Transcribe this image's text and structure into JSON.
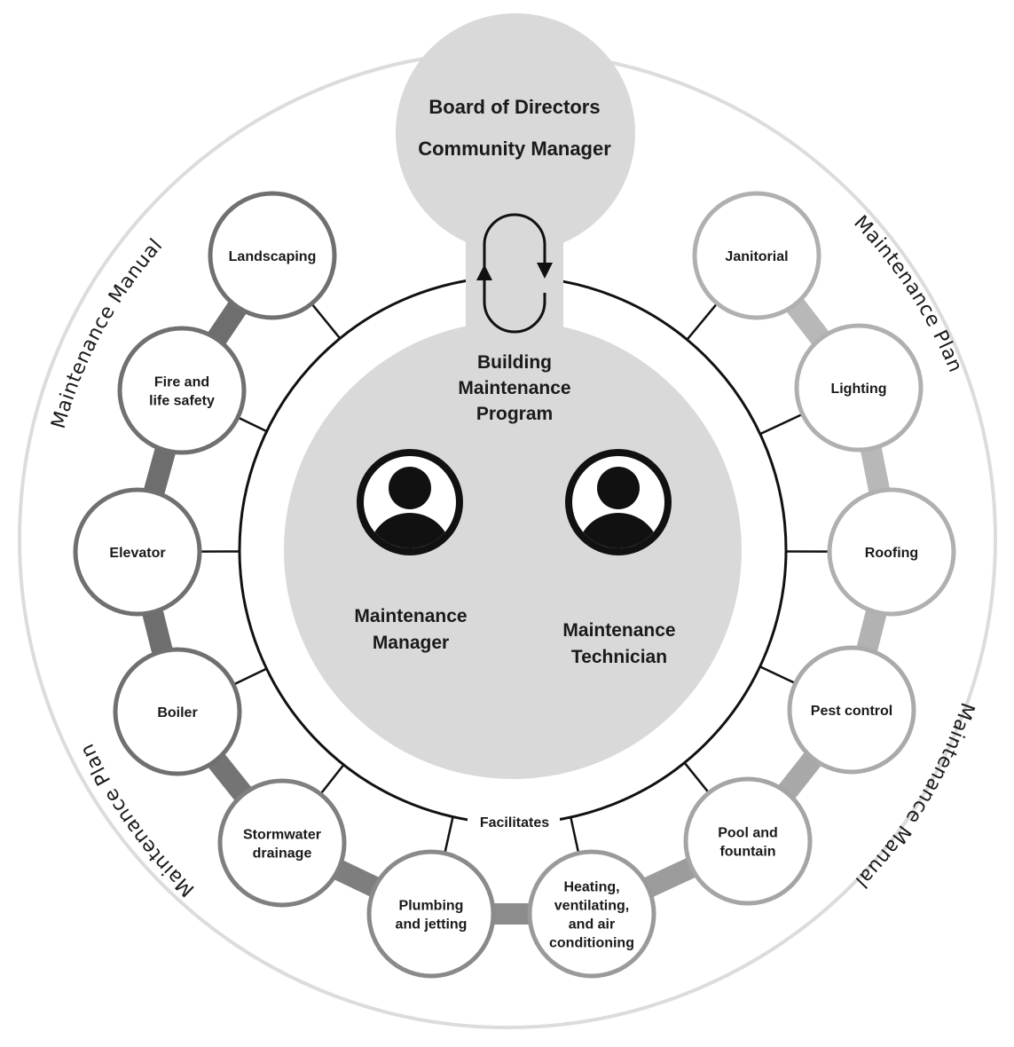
{
  "top": {
    "line1": "Board of Directors",
    "line2": "Community Manager"
  },
  "program": {
    "lines": [
      "Building",
      "Maintenance",
      "Program"
    ]
  },
  "roles": {
    "manager": [
      "Maintenance",
      "Manager"
    ],
    "technician": [
      "Maintenance",
      "Technician"
    ]
  },
  "facilitates": "Facilitates",
  "ring_labels": {
    "upper_left": "Maintenance Manual",
    "upper_right": "Maintenance Plan",
    "lower_right": "Maintenance Manual",
    "lower_left": "Maintenance Plan"
  },
  "nodes": [
    {
      "lines": [
        "Landscaping"
      ],
      "ring": "#707070"
    },
    {
      "lines": [
        "Fire and",
        "life safety"
      ],
      "ring": "#707070"
    },
    {
      "lines": [
        "Elevator"
      ],
      "ring": "#707070"
    },
    {
      "lines": [
        "Boiler"
      ],
      "ring": "#707070"
    },
    {
      "lines": [
        "Stormwater",
        "drainage"
      ],
      "ring": "#808080"
    },
    {
      "lines": [
        "Plumbing",
        "and jetting"
      ],
      "ring": "#8a8a8a"
    },
    {
      "lines": [
        "Heating,",
        "ventilating,",
        "and air",
        "conditioning"
      ],
      "ring": "#9a9a9a"
    },
    {
      "lines": [
        "Pool and",
        "fountain"
      ],
      "ring": "#a5a5a5"
    },
    {
      "lines": [
        "Pest control"
      ],
      "ring": "#aaaaaa"
    },
    {
      "lines": [
        "Roofing"
      ],
      "ring": "#b0b0b0"
    },
    {
      "lines": [
        "Lighting"
      ],
      "ring": "#b0b0b0"
    },
    {
      "lines": [
        "Janitorial"
      ],
      "ring": "#b0b0b0"
    }
  ],
  "colors": {
    "light_gray": "#d9d9d9",
    "outer_ring": "#dcdcdc",
    "dark_band": "#707070",
    "light_band": "#b8b8b8",
    "ink": "#111111"
  },
  "icons": [
    "manager-person-icon",
    "technician-person-icon",
    "cycle-arrows-icon"
  ]
}
